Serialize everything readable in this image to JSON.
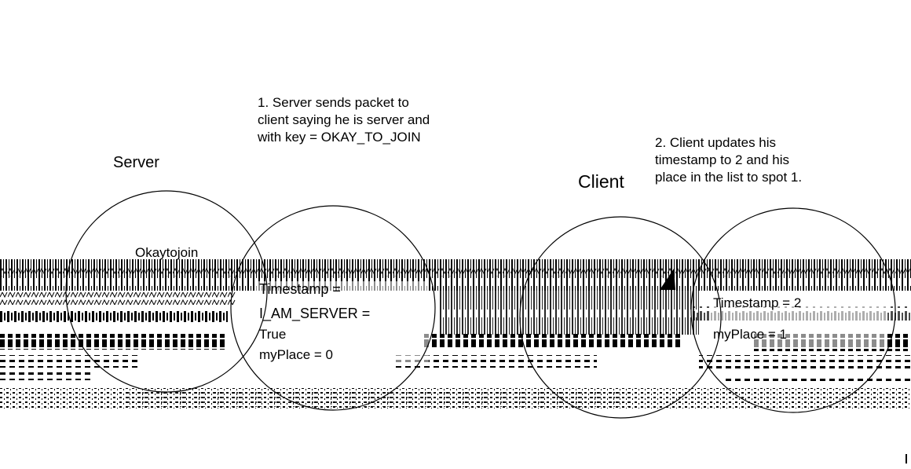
{
  "labels": {
    "server": "Server",
    "client": "Client"
  },
  "steps": [
    {
      "lines": [
        "1. Server sends packet to",
        "client saying he is server and",
        "with key = OKAY_TO_JOIN"
      ]
    },
    {
      "lines": [
        "2. Client updates his",
        "timestamp to 2 and his",
        "place in the list to spot 1."
      ]
    }
  ],
  "server_fields": {
    "key": "Okaytojoin",
    "timestamp": "Timestamp = ",
    "i_am_server": "I_AM_SERVER = ",
    "i_am_server_value": "True",
    "my_place": "myPlace = 0"
  },
  "client_fields": {
    "timestamp": "Timestamp = 2",
    "my_place": "myPlace = 1"
  },
  "colors": {
    "ink": "#000000",
    "background": "#ffffff"
  }
}
